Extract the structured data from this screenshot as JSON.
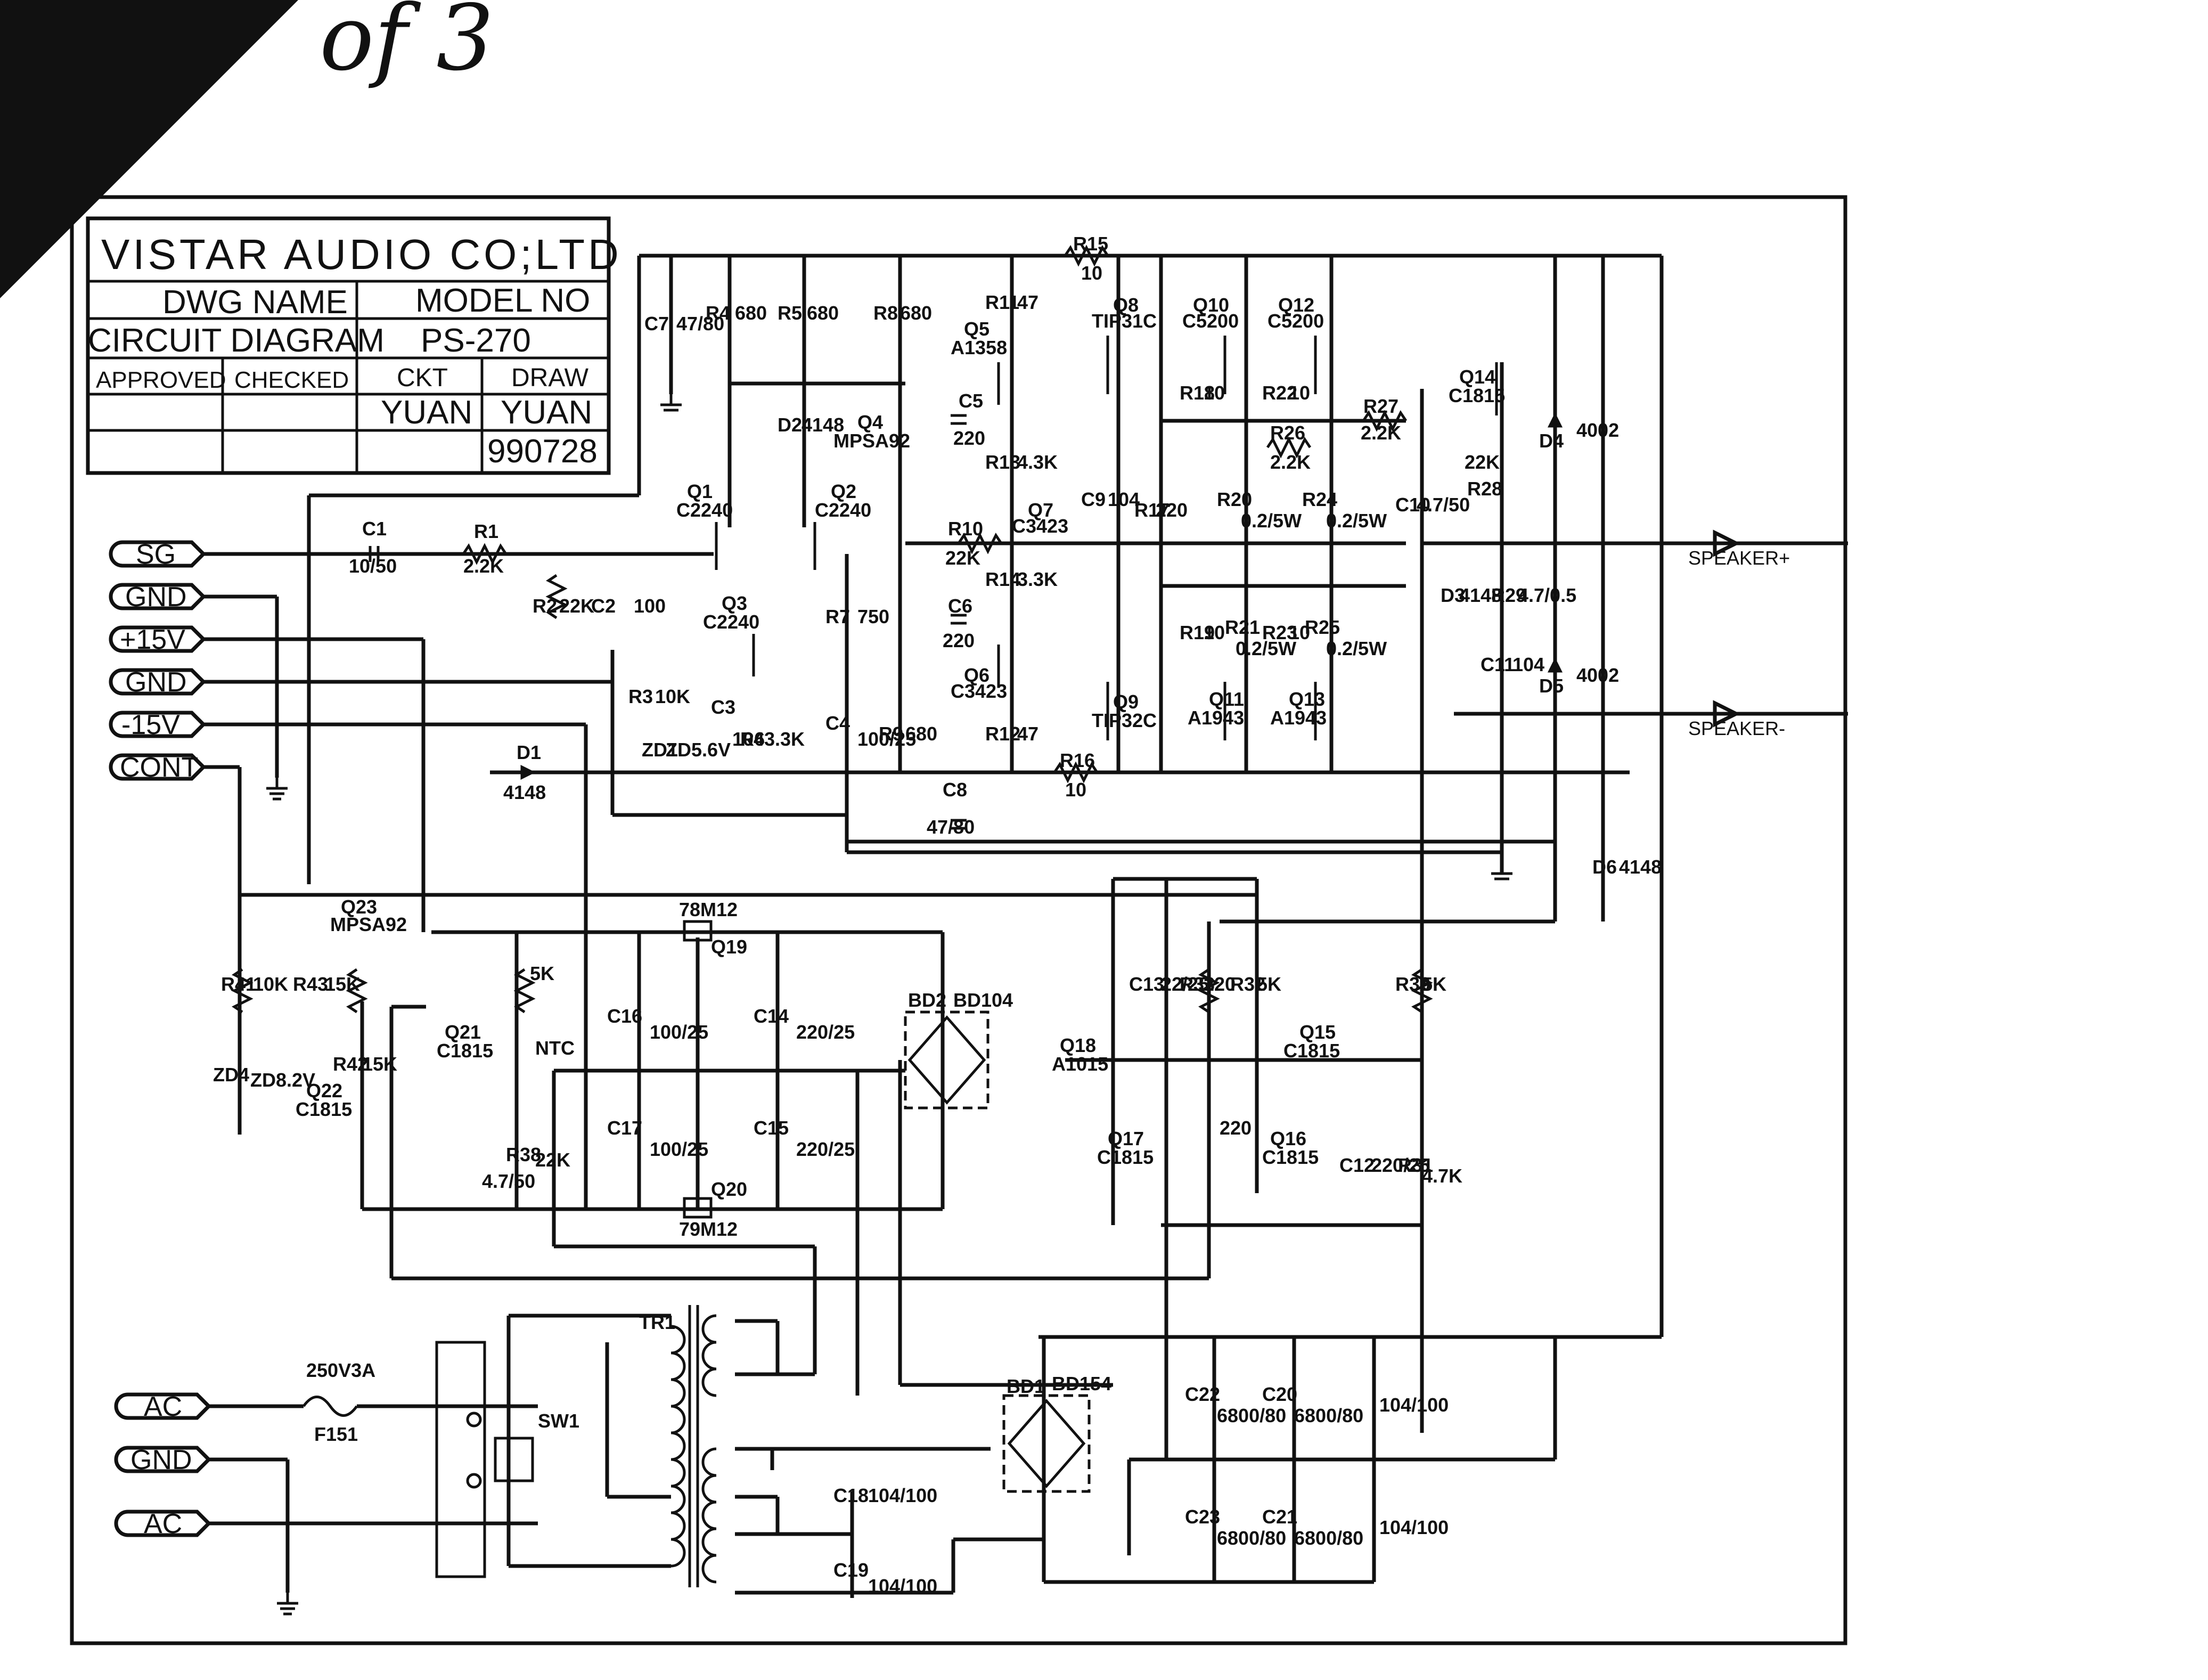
{
  "page_mark": "of 3",
  "title_block": {
    "company": "VISTAR AUDIO CO;LTD",
    "dwg_name_label": "DWG NAME",
    "model_no_label": "MODEL NO",
    "dwg_name": "CIRCUIT DIAGRAM",
    "model_no": "PS-270",
    "approved_label": "APPROVED",
    "checked_label": "CHECKED",
    "ckt_label": "CKT",
    "draw_label": "DRAW",
    "ckt": "YUAN",
    "draw": "YUAN",
    "date": "990728"
  },
  "ports": {
    "sg": "SG",
    "gnd1": "GND",
    "p15": "+15V",
    "gnd2": "GND",
    "m15": "-15V",
    "cont": "CONT",
    "ac1": "AC",
    "gnd3": "GND",
    "ac2": "AC",
    "spk_pos": "SPEAKER+",
    "spk_neg": "SPEAKER-"
  },
  "components": {
    "c1": "C1",
    "c1v": "10/50",
    "r1": "R1",
    "r1v": "2.2K",
    "r2": "R2",
    "r2v": "22K",
    "c2": "C2",
    "c2v": "100",
    "c7": "C7",
    "c7v": "47/80",
    "r4": "R4",
    "r4v": "680",
    "r5": "R5",
    "r5v": "680",
    "r8": "R8",
    "r8v": "680",
    "q1": "Q1",
    "q1t": "C2240",
    "q2": "Q2",
    "q2t": "C2240",
    "q3": "Q3",
    "q3t": "C2240",
    "d2": "D2",
    "d2v": "4148",
    "q4": "Q4",
    "q4t": "MPSA92",
    "q5": "Q5",
    "q5t": "A1358",
    "r11": "R11",
    "r11v": "47",
    "c5": "C5",
    "c5v": "220",
    "r13": "R13",
    "r13v": "4.3K",
    "q7": "Q7",
    "q7t": "C3423",
    "r10": "R10",
    "r10v": "22K",
    "r14": "R14",
    "r14v": "3.3K",
    "c6": "C6",
    "c6v": "220",
    "q6": "Q6",
    "q6t": "C3423",
    "r12": "R12",
    "r12v": "47",
    "r7": "R7",
    "r7v": "750",
    "c4": "C4",
    "c4v": "100/25",
    "r9": "R9",
    "r9v": "680",
    "c8": "C8",
    "c8v": "47/80",
    "r3": "R3",
    "r3v": "10K",
    "zd1": "ZD1",
    "zd1v": "ZD5.6V",
    "c3": "C3",
    "c3v": "104",
    "r6": "R6",
    "r6v": "3.3K",
    "d1": "D1",
    "d1v": "4148",
    "r15": "R15",
    "r15v": "10",
    "r16": "R16",
    "r16v": "10",
    "q8": "Q8",
    "q8t": "TIP31C",
    "q9": "Q9",
    "q9t": "TIP32C",
    "c9": "C9",
    "c9v": "104",
    "r17": "R17",
    "r17v": "220",
    "q10": "Q10",
    "q10t": "C5200",
    "q12": "Q12",
    "q12t": "C5200",
    "q11": "Q11",
    "q11t": "A1943",
    "q13": "Q13",
    "q13t": "A1943",
    "r18": "R18",
    "r18v": "10",
    "r22": "R22",
    "r22v": "10",
    "r19": "R19",
    "r19v": "10",
    "r23": "R23",
    "r23v": "10",
    "r20": "R20",
    "r20v": "0.2/5W",
    "r21": "R21",
    "r21v": "0.2/5W",
    "r24": "R24",
    "r24v": "0.2/5W",
    "r25": "R25",
    "r25v": "0.2/5W",
    "r26": "R26",
    "r26v": "2.2K",
    "r27": "R27",
    "r27v": "2.2K",
    "c10": "C10",
    "c10v": "4.7/50",
    "r28": "R28",
    "r28v": "22K",
    "q14": "Q14",
    "q14t": "C1815",
    "d4": "D4",
    "d4v": "4002",
    "d5": "D5",
    "d5v": "4002",
    "d3": "D3",
    "d3v": "4148",
    "r29": "R29",
    "r29v": "4.7/0.5",
    "c11": "C11",
    "c11v": "104",
    "d6": "D6",
    "d6v": "4148",
    "q23": "Q23",
    "q23t": "MPSA92",
    "r41": "R41",
    "r41v": "10K",
    "r43": "R43",
    "r43v": "15K",
    "zd4": "ZD4",
    "zd4v": "ZD8.2V",
    "r42": "R42",
    "r42v": "15K",
    "q22": "Q22",
    "q22t": "C1815",
    "q21": "Q21",
    "q21t": "C1815",
    "ntc": "NTC",
    "r5k": "5K",
    "c15x": "4.7/50",
    "r38": "R38",
    "r38v": "22K",
    "q19t": "78M12",
    "q19": "Q19",
    "q20": "Q20",
    "q20t": "79M12",
    "c16": "C16",
    "c16v": "100/25",
    "c17": "C17",
    "c17v": "100/25",
    "c14": "C14",
    "c14v": "220/25",
    "c15": "C15",
    "c15v": "220/25",
    "bd2": "BD2",
    "bd104": "BD104",
    "c13": "C13",
    "c13v": "22/25",
    "r33": "R33",
    "r33v": "220",
    "r32": "R32",
    "r32v": "5K",
    "r30": "R30",
    "r30v": "5K",
    "q18": "Q18",
    "q18t": "A1015",
    "q15": "Q15",
    "q15t": "C1815",
    "q17": "Q17",
    "q17t": "C1815",
    "r34v": "220",
    "q16": "Q16",
    "q16t": "C1815",
    "c12": "C12",
    "c12v": "220/25",
    "r31": "R31",
    "r31v": "4.7K",
    "fuse": "250V3A",
    "f151": "F151",
    "sw1": "SW1",
    "tr1": "TR1",
    "c18": "C18",
    "c18v": "104/100",
    "c19": "C19",
    "c19v": "104/100",
    "bd1": "BD1",
    "bd154": "BD154",
    "c22": "C22",
    "c22v": "6800/80",
    "c20": "C20",
    "c20v": "6800/80",
    "c23": "C23",
    "c23v": "6800/80",
    "c21": "C21",
    "c21v": "6800/80",
    "c24v": "104/100",
    "c25v": "104/100"
  }
}
